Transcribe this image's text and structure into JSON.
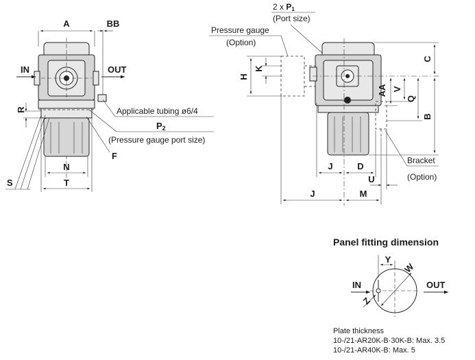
{
  "front_view": {
    "dim_A": "A",
    "dim_BB": "BB",
    "in_label": "IN",
    "out_label": "OUT",
    "dim_R": "R",
    "applicable_tubing": "Applicable tubing ø6/4",
    "dim_P2": "P",
    "p2_subscript": "2",
    "pressure_gauge_port_size": "(Pressure gauge port size)",
    "dim_F": "F",
    "dim_N": "N",
    "dim_S": "S",
    "dim_T": "T"
  },
  "side_view": {
    "port_count": "2 x ",
    "dim_P1": "P",
    "p1_subscript": "1",
    "port_size": "(Port size)",
    "pressure_gauge": "Pressure gauge",
    "option_1": "(Option)",
    "dim_H": "H",
    "dim_K": "K",
    "dim_C": "C",
    "dim_AA": "AA",
    "dim_V": "V",
    "dim_Q": "Q",
    "dim_B": "B",
    "dim_J_inner": "J",
    "dim_D": "D",
    "bracket": "Bracket",
    "option_2": "(Option)",
    "dim_U": "U",
    "dim_J_outer": "J",
    "dim_M": "M"
  },
  "panel_fitting": {
    "title": "Panel fitting dimension",
    "dim_Y": "Y",
    "dim_W": "W",
    "dim_Z": "Z",
    "in_label": "IN",
    "out_label": "OUT",
    "plate_thickness_heading": "Plate thickness",
    "plate_line_1": "10-/21-AR20K-B·30K-B: Max. 3.5",
    "plate_line_2": "10-/21-AR40K-B: Max. 5"
  }
}
